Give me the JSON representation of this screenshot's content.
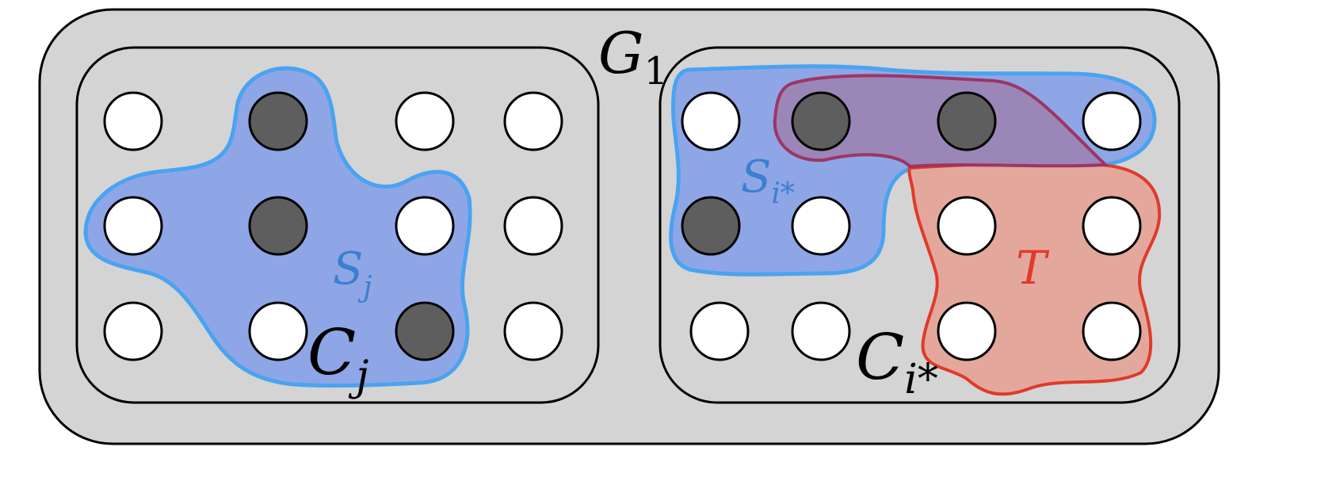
{
  "labels": {
    "outer": {
      "main": "G",
      "sub": "1"
    },
    "left_cluster": {
      "main": "C",
      "sub": "j"
    },
    "right_cluster": {
      "main": "C",
      "sub": "i*"
    },
    "left_set": {
      "main": "S",
      "sub": "j"
    },
    "right_set": {
      "main": "S",
      "sub": "i*"
    },
    "t_set": {
      "main": "T"
    }
  },
  "colors": {
    "outer_fill": "#d4d4d4",
    "node_filled": "#5e5e5e",
    "node_empty": "#ffffff",
    "set_s": "#4aa3f0",
    "set_s_fill": "#8ea6e6",
    "set_t": "#e03a2b",
    "set_t_fill": "#e3a89b",
    "overlap_stroke": "#9c3060",
    "overlap_fill": "#9b86b8"
  },
  "clusters": [
    {
      "name": "C_j",
      "filled": [
        false,
        true,
        false,
        false,
        false,
        true,
        false,
        false,
        false,
        false,
        true,
        false
      ]
    },
    {
      "name": "C_i*",
      "filled": [
        false,
        true,
        true,
        false,
        true,
        false,
        false,
        false,
        false,
        false,
        false,
        false
      ]
    }
  ]
}
